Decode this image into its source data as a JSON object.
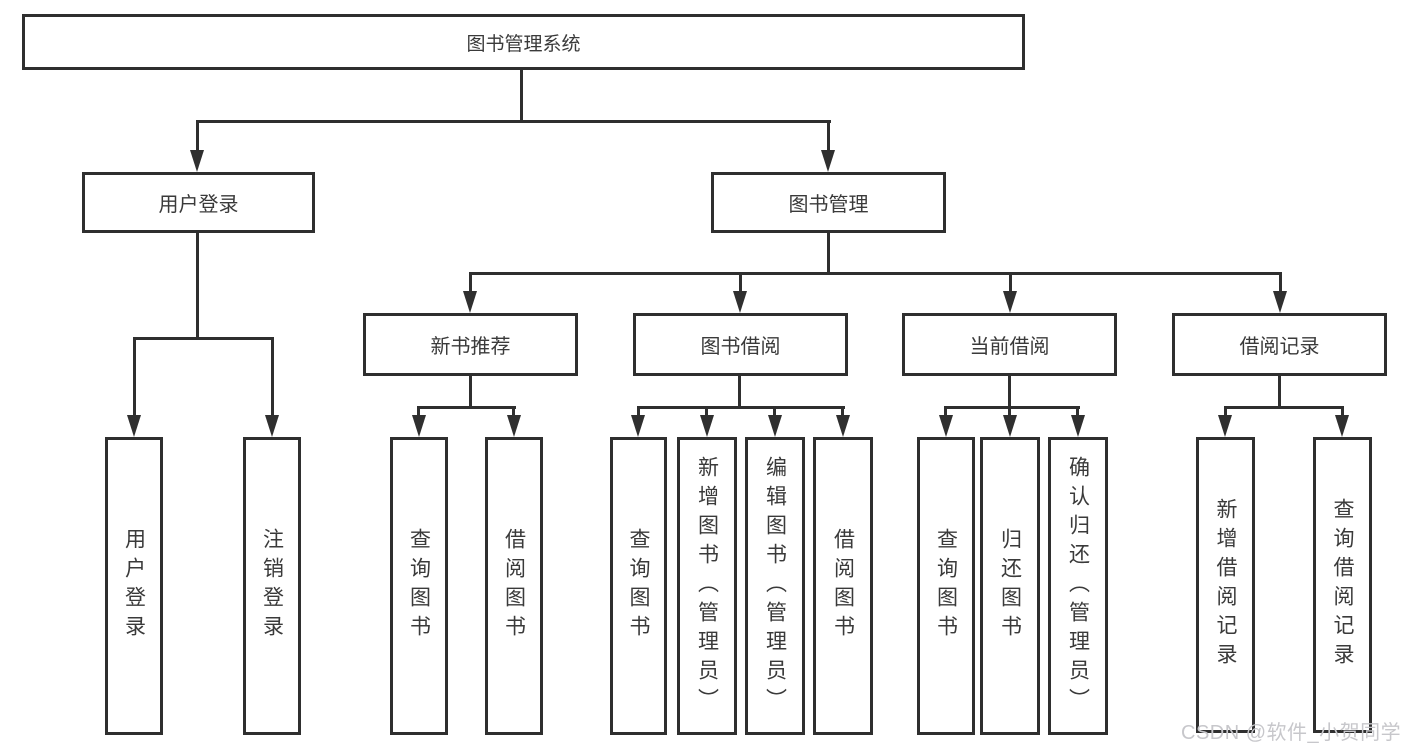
{
  "diagram_title": "图书管理系统",
  "tree": {
    "label": "图书管理系统",
    "children": [
      {
        "label": "用户登录",
        "children": [
          {
            "label": "用户登录"
          },
          {
            "label": "注销登录"
          }
        ]
      },
      {
        "label": "图书管理",
        "children": [
          {
            "label": "新书推荐",
            "children": [
              {
                "label": "查询图书"
              },
              {
                "label": "借阅图书"
              }
            ]
          },
          {
            "label": "图书借阅",
            "children": [
              {
                "label": "查询图书"
              },
              {
                "label": "新增图书（管理员）"
              },
              {
                "label": "编辑图书（管理员）"
              },
              {
                "label": "借阅图书"
              }
            ]
          },
          {
            "label": "当前借阅",
            "children": [
              {
                "label": "查询图书"
              },
              {
                "label": "归还图书"
              },
              {
                "label": "确认归还（管理员）"
              }
            ]
          },
          {
            "label": "借阅记录",
            "children": [
              {
                "label": "新增借阅记录"
              },
              {
                "label": "查询借阅记录"
              }
            ]
          }
        ]
      }
    ]
  },
  "watermark": "CSDN @软件_小贺同学",
  "colors": {
    "line": "#2f2f2f",
    "text": "#3a3a3a",
    "watermark": "#c7c7cb",
    "background": "#ffffff"
  }
}
